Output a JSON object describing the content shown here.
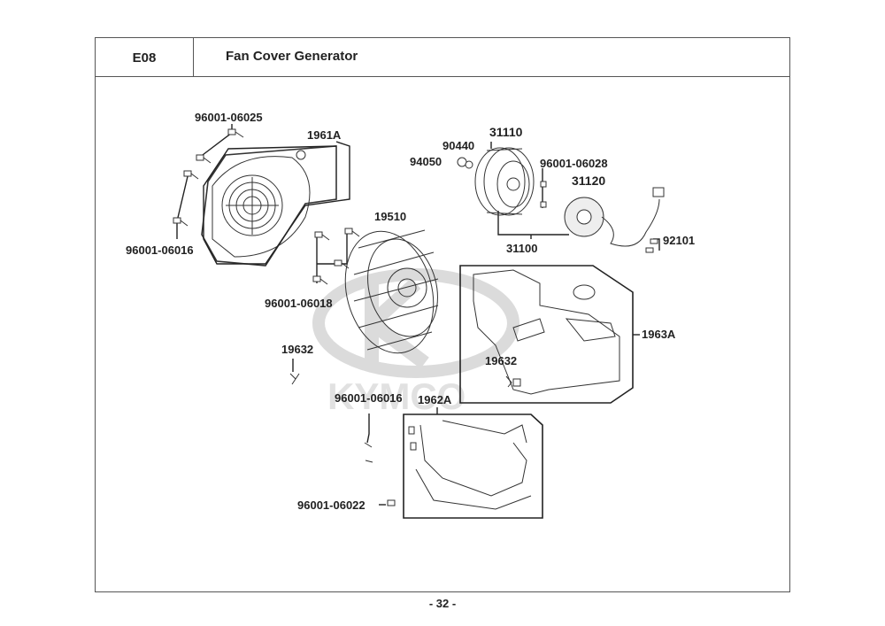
{
  "header": {
    "section_code": "E08",
    "title": "Fan Cover  Generator"
  },
  "watermark": "KYMCO",
  "parts": [
    {
      "id": "p1",
      "label": "96001-06025"
    },
    {
      "id": "p2",
      "label": "1961A"
    },
    {
      "id": "p3",
      "label": "96001-06016"
    },
    {
      "id": "p4",
      "label": "19510"
    },
    {
      "id": "p5",
      "label": "96001-06018"
    },
    {
      "id": "p6",
      "label": "19632"
    },
    {
      "id": "p7",
      "label": "90440"
    },
    {
      "id": "p8",
      "label": "94050"
    },
    {
      "id": "p9",
      "label": "31110"
    },
    {
      "id": "p10",
      "label": "96001-06028"
    },
    {
      "id": "p11",
      "label": "31120"
    },
    {
      "id": "p12",
      "label": "31100"
    },
    {
      "id": "p13",
      "label": "92101"
    },
    {
      "id": "p14",
      "label": "1963A"
    },
    {
      "id": "p15",
      "label": "19632"
    },
    {
      "id": "p16",
      "label": "96001-06016"
    },
    {
      "id": "p17",
      "label": "1962A"
    },
    {
      "id": "p18",
      "label": "96001-06022"
    }
  ],
  "footer": {
    "page": "- 32 -"
  }
}
